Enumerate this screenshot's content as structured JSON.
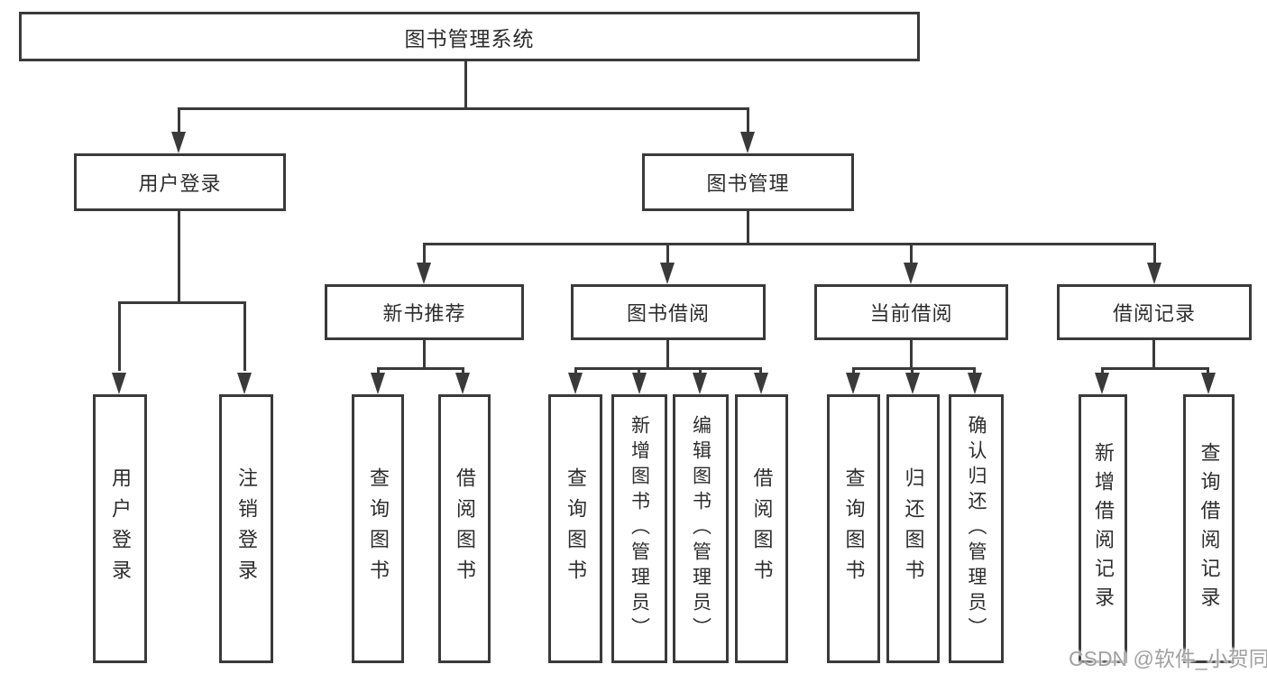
{
  "nodes": {
    "root": "图书管理系统",
    "user_login": "用户登录",
    "book_management": "图书管理",
    "new_book_recommend": "新书推荐",
    "book_borrowing": "图书借阅",
    "current_borrowing": "当前借阅",
    "borrowing_records": "借阅记录",
    "leaf_user_login": "用户登录",
    "leaf_logout": "注销登录",
    "leaf_query_books_a": "查询图书",
    "leaf_borrow_books_a": "借阅图书",
    "leaf_query_books_b": "查询图书",
    "leaf_add_books_admin": "新增图书（管理员）",
    "leaf_edit_books_admin": "编辑图书（管理员）",
    "leaf_borrow_books_b": "借阅图书",
    "leaf_query_books_c": "查询图书",
    "leaf_return_books": "归还图书",
    "leaf_confirm_return_admin": "确认归还（管理员）",
    "leaf_add_borrow_record": "新增借阅记录",
    "leaf_query_borrow_record": "查询借阅记录"
  },
  "watermark": "CSDN @软件_小贺同学",
  "colors": {
    "line": "#3a3a3a",
    "text": "#2d2d2d",
    "watermark": "#a1a1a1",
    "background": "#ffffff"
  }
}
